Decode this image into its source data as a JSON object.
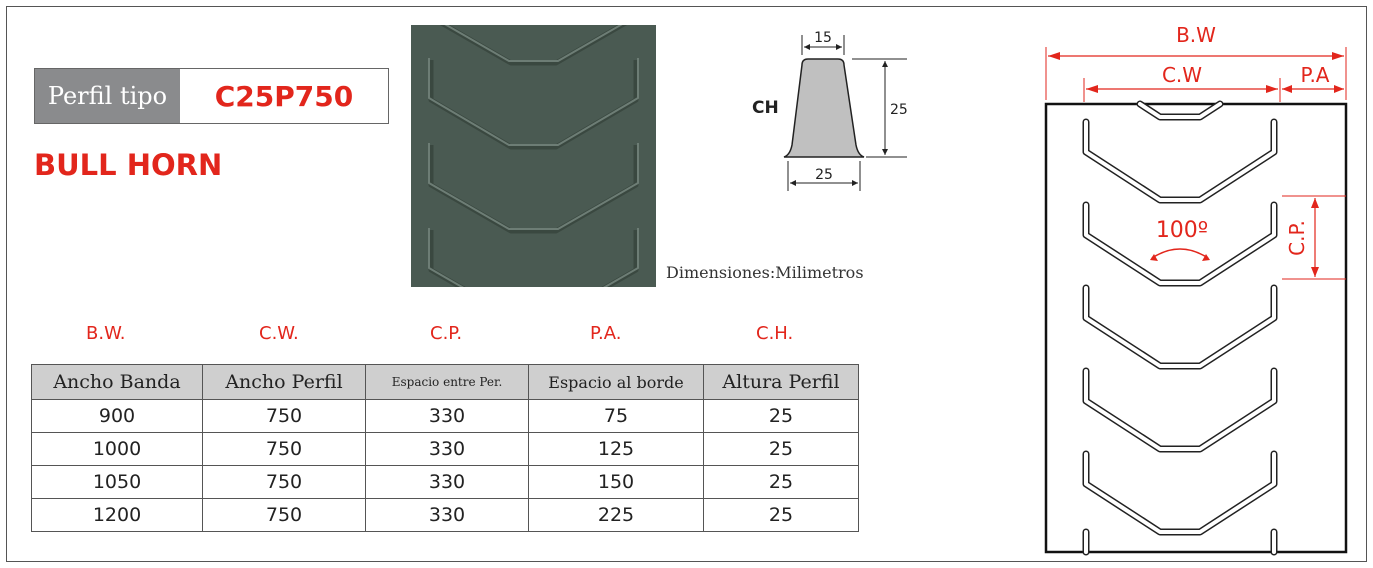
{
  "profile": {
    "label": "Perfil tipo",
    "code": "C25P750",
    "name": "BULL HORN"
  },
  "cross_section": {
    "top_width": "15",
    "height": "25",
    "base_width": "25",
    "ch_label": "CH"
  },
  "dimensions_note": "Dimensiones:Milimetros",
  "column_abbreviations": [
    "B.W.",
    "C.W.",
    "C.P.",
    "P.A.",
    "C.H."
  ],
  "table": {
    "headers": [
      "Ancho Banda",
      "Ancho Perfil",
      "Espacio entre Per.",
      "Espacio al borde",
      "Altura Perfil"
    ],
    "rows": [
      [
        "900",
        "750",
        "330",
        "75",
        "25"
      ],
      [
        "1000",
        "750",
        "330",
        "125",
        "25"
      ],
      [
        "1050",
        "750",
        "330",
        "150",
        "25"
      ],
      [
        "1200",
        "750",
        "330",
        "225",
        "25"
      ]
    ]
  },
  "layout_diagram": {
    "bw": "B.W",
    "cw": "C.W",
    "pa": "P.A",
    "cp": "C.P.",
    "angle": "100º"
  },
  "colors": {
    "accent_red": "#e2261c",
    "label_gray": "#8a8b8d",
    "header_gray": "#cfcfcf",
    "belt_green": "#4a5a52"
  }
}
